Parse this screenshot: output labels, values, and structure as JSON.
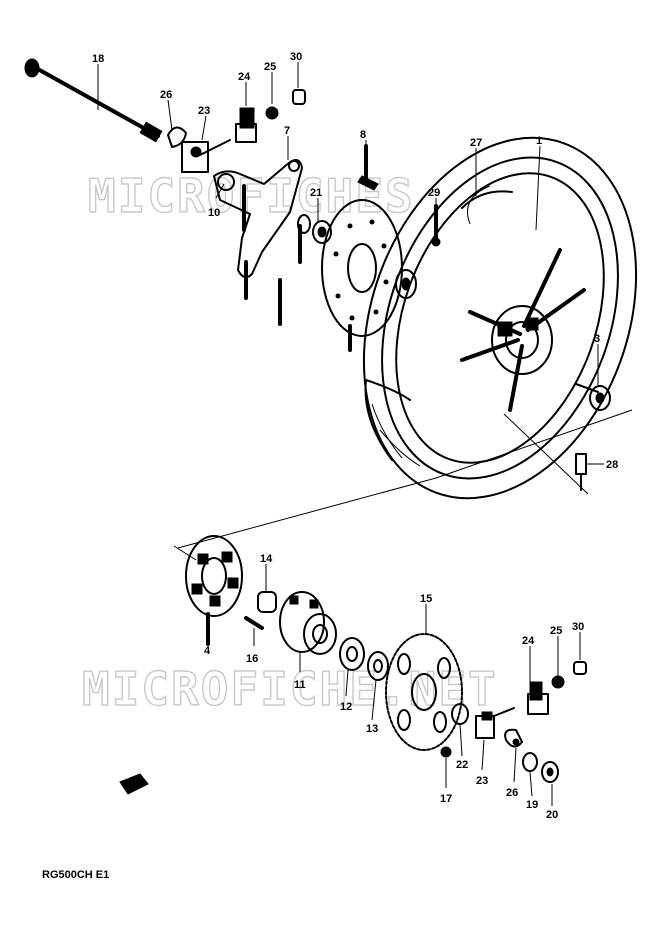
{
  "diagram": {
    "model_code": "RG500CH E1",
    "watermarks": [
      "MICROFICHES",
      "MICROFICHE.NET"
    ],
    "part_callouts": [
      {
        "id": "c18a",
        "label": "18"
      },
      {
        "id": "c30a",
        "label": "30"
      },
      {
        "id": "c24a",
        "label": "24"
      },
      {
        "id": "c25a",
        "label": "25"
      },
      {
        "id": "c26a",
        "label": "26"
      },
      {
        "id": "c23a",
        "label": "23"
      },
      {
        "id": "c7",
        "label": "7"
      },
      {
        "id": "c8",
        "label": "8"
      },
      {
        "id": "c27",
        "label": "27"
      },
      {
        "id": "c1",
        "label": "1"
      },
      {
        "id": "c21",
        "label": "21"
      },
      {
        "id": "c29",
        "label": "29"
      },
      {
        "id": "c10",
        "label": "10"
      },
      {
        "id": "c3",
        "label": "3"
      },
      {
        "id": "c28",
        "label": "28"
      },
      {
        "id": "c14",
        "label": "14"
      },
      {
        "id": "c4",
        "label": "4"
      },
      {
        "id": "c16",
        "label": "16"
      },
      {
        "id": "c11",
        "label": "11"
      },
      {
        "id": "c15",
        "label": "15"
      },
      {
        "id": "c12",
        "label": "12"
      },
      {
        "id": "c13",
        "label": "13"
      },
      {
        "id": "c24b",
        "label": "24"
      },
      {
        "id": "c25b",
        "label": "25"
      },
      {
        "id": "c30b",
        "label": "30"
      },
      {
        "id": "c22",
        "label": "22"
      },
      {
        "id": "c23b",
        "label": "23"
      },
      {
        "id": "c17",
        "label": "17"
      },
      {
        "id": "c26b",
        "label": "26"
      },
      {
        "id": "c19",
        "label": "19"
      },
      {
        "id": "c20",
        "label": "20"
      }
    ]
  }
}
